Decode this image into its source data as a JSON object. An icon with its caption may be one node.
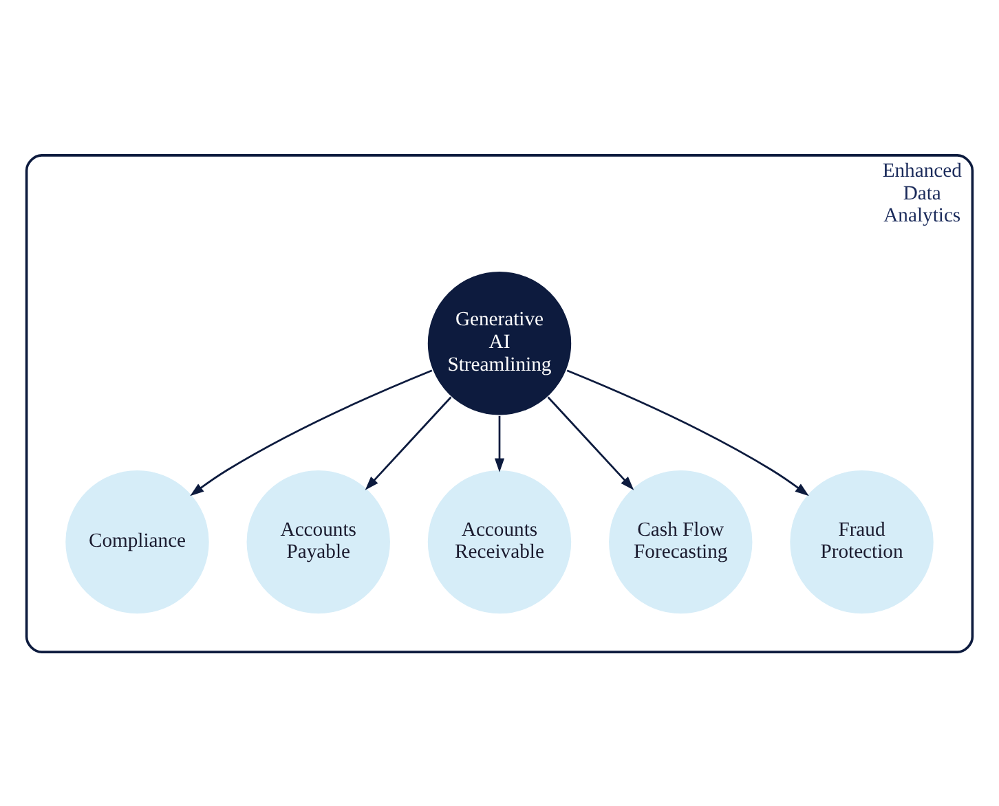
{
  "diagram": {
    "nodes": [
      {
        "text": [
          "Enhanced Data Analytics"
        ]
      },
      {
        "text": [
          "Compliance"
        ],
        "in": 0
      },
      {
        "text": [
          "Accounts Payable"
        ],
        "in": 0
      },
      {
        "text": [
          "Generative AI Streamlining"
        ],
        "in": 0
      },
      {
        "text": [
          "Accounts Receivable"
        ],
        "in": 0
      },
      {
        "text": [
          "Cash Flow Forecasting"
        ],
        "in": 0
      },
      {
        "text": [
          "Fraud Protection"
        ],
        "in": 0
      }
    ],
    "edges": [
      {
        "from": 3,
        "to": 1,
        "arrow": "to"
      },
      {
        "from": 3,
        "to": 2,
        "arrow": "to"
      },
      {
        "from": 3,
        "to": 4,
        "arrow": "to"
      },
      {
        "from": 3,
        "to": 5,
        "arrow": "to"
      },
      {
        "from": 3,
        "to": 6,
        "arrow": "to"
      }
    ]
  }
}
